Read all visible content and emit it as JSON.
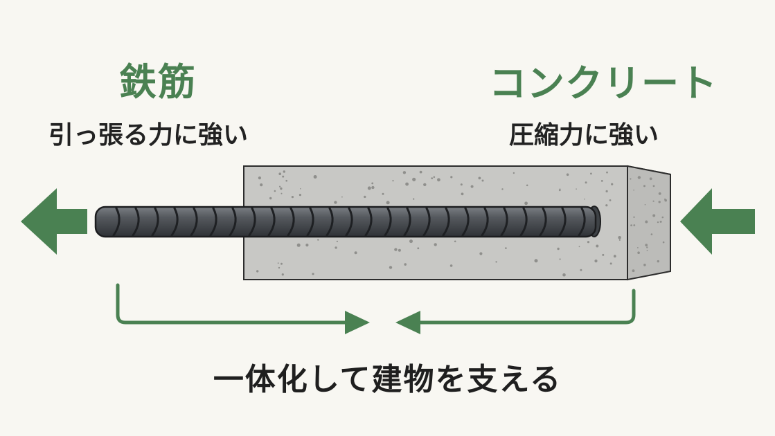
{
  "steel": {
    "title": "鉄筋",
    "subtitle": "引っ張る力に強い"
  },
  "concrete": {
    "title": "コンクリート",
    "subtitle": "圧縮力に強い"
  },
  "caption": "一体化して建物を支える",
  "colors": {
    "accent_green": "#4a8152",
    "concrete_face": "#c7c7c4",
    "concrete_side": "#b9b9b6",
    "rebar": "#4a4e53",
    "text": "#222222",
    "background": "#f8f7f2"
  },
  "icons": [
    "left-arrow-icon",
    "right-arrow-icon",
    "bracket-arrow-left-icon",
    "bracket-arrow-right-icon"
  ]
}
